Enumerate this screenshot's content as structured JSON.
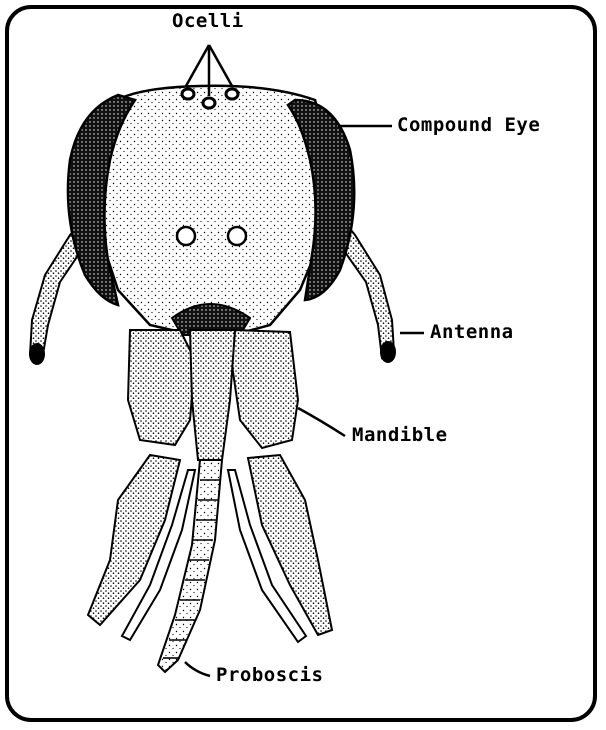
{
  "labels": {
    "ocelli": "Ocelli",
    "compound_eye": "Compound Eye",
    "antenna": "Antenna",
    "mandible": "Mandible",
    "proboscis": "Proboscis"
  },
  "colors": {
    "ink": "#000000",
    "paper": "#ffffff"
  }
}
